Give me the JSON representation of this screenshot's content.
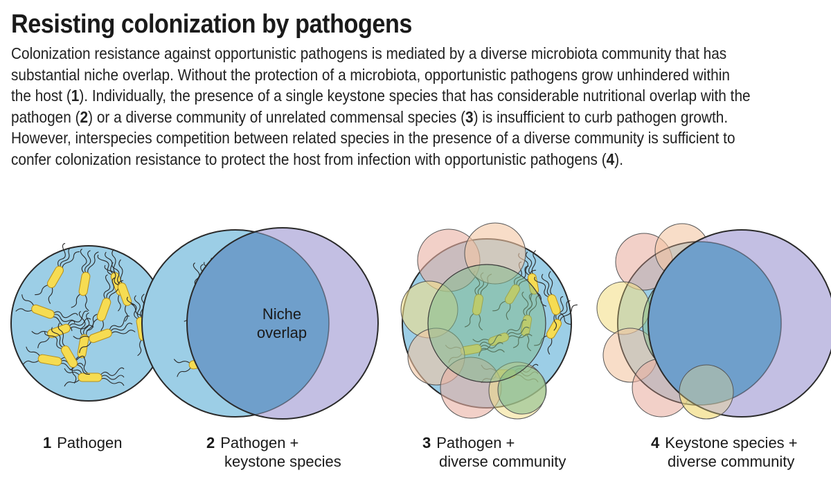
{
  "title": "Resisting colonization by pathogens",
  "description": [
    [
      {
        "t": "Colonization resistance against opportunistic pathogens is mediated by a diverse microbiota community that has"
      }
    ],
    [
      {
        "t": "substantial niche overlap. Without the protection of a microbiota, opportunistic pathogens grow unhindered within"
      }
    ],
    [
      {
        "t": "the host ("
      },
      {
        "t": "1",
        "b": true
      },
      {
        "t": "). Individually, the presence of a single keystone species that has considerable nutritional overlap with the"
      }
    ],
    [
      {
        "t": "pathogen ("
      },
      {
        "t": "2",
        "b": true
      },
      {
        "t": ") or a diverse community of unrelated commensal species ("
      },
      {
        "t": "3",
        "b": true
      },
      {
        "t": ") is insufficient to curb pathogen growth."
      }
    ],
    [
      {
        "t": "However, interspecies competition between related species in the presence of a diverse community is sufficient to"
      }
    ],
    [
      {
        "t": "confer colonization resistance to protect the host from infection with opportunistic pathogens ("
      },
      {
        "t": "4",
        "b": true
      },
      {
        "t": ")."
      }
    ]
  ],
  "niche_label": [
    "Niche",
    "overlap"
  ],
  "panels": [
    {
      "num": "1",
      "line1": "Pathogen",
      "line2": ""
    },
    {
      "num": "2",
      "line1": "Pathogen +",
      "line2": "keystone species"
    },
    {
      "num": "3",
      "line1": "Pathogen +",
      "line2": "diverse community"
    },
    {
      "num": "4",
      "line1": "Keystone species +",
      "line2": "diverse community"
    }
  ],
  "colors": {
    "pathogen_area": "#9ccee6",
    "keystone": "#bcb8e0",
    "overlap": "#6f9fcb",
    "bacterium": "#f6dc52",
    "community_peach": "#f4c6a4",
    "community_salmon": "#eab1a4",
    "community_yellow": "#f3df8a",
    "community_green": "#7fb98a",
    "outline": "#2a2a2a"
  }
}
